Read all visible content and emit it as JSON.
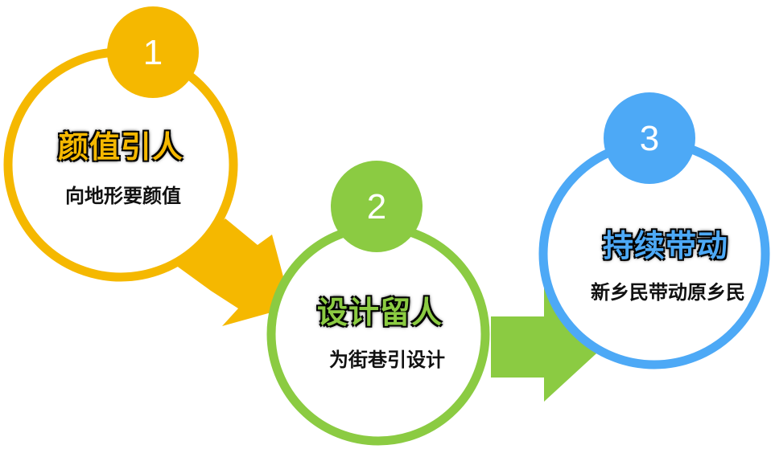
{
  "colors": {
    "yellow": "#F5B800",
    "green": "#8BCB42",
    "blue": "#4DA9F6",
    "white": "#FFFFFF"
  },
  "steps": [
    {
      "number": "1",
      "title": "颜值引人",
      "subtitle": "向地形要颜值",
      "color": "#F5B800"
    },
    {
      "number": "2",
      "title": "设计留人",
      "subtitle": "为街巷引设计",
      "color": "#8BCB42"
    },
    {
      "number": "3",
      "title": "持续带动",
      "subtitle": "新乡民带动原乡民",
      "color": "#4DA9F6"
    }
  ]
}
